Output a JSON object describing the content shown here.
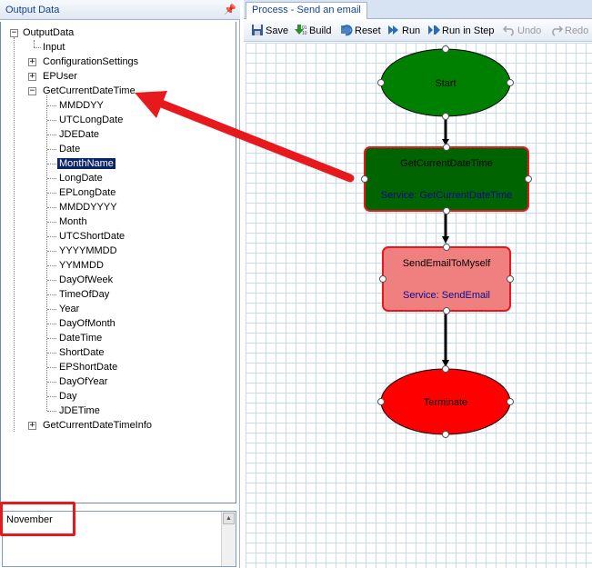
{
  "left_panel": {
    "title": "Output Data",
    "tree": {
      "root": "OutputData",
      "items": {
        "input": "Input",
        "configuration_settings": "ConfigurationSettings",
        "ep_user": "EPUser",
        "get_current_date_time": "GetCurrentDateTime",
        "get_current_date_time_info": "GetCurrentDateTimeInfo"
      },
      "children": [
        "MMDDYY",
        "UTCLongDate",
        "JDEDate",
        "Date",
        "MonthName",
        "LongDate",
        "EPLongDate",
        "MMDDYYYY",
        "Month",
        "UTCShortDate",
        "YYYYMMDD",
        "YYMMDD",
        "DayOfWeek",
        "TimeOfDay",
        "Year",
        "DayOfMonth",
        "DateTime",
        "ShortDate",
        "EPShortDate",
        "DayOfYear",
        "Day",
        "JDETime"
      ],
      "selected": "MonthName"
    },
    "value": "November"
  },
  "right_panel": {
    "tab_label": "Process - Send an email",
    "toolbar": {
      "save": "Save",
      "build": "Build",
      "reset": "Reset",
      "run": "Run",
      "run_in_step": "Run in Step",
      "undo": "Undo",
      "redo": "Redo"
    },
    "flow": {
      "start": "Start",
      "node1_title": "GetCurrentDateTime",
      "node1_service": "Service: GetCurrentDateTime",
      "node2_title": "SendEmailToMyself",
      "node2_service": "Service: SendEmail",
      "terminate": "Terminate"
    }
  },
  "colors": {
    "start_fill": "#008000",
    "node1_fill": "#006400",
    "node2_fill": "#f08080",
    "terminate_fill": "#ff0000",
    "annotation_red": "#e8191c",
    "service_text": "#0a0a8c"
  }
}
